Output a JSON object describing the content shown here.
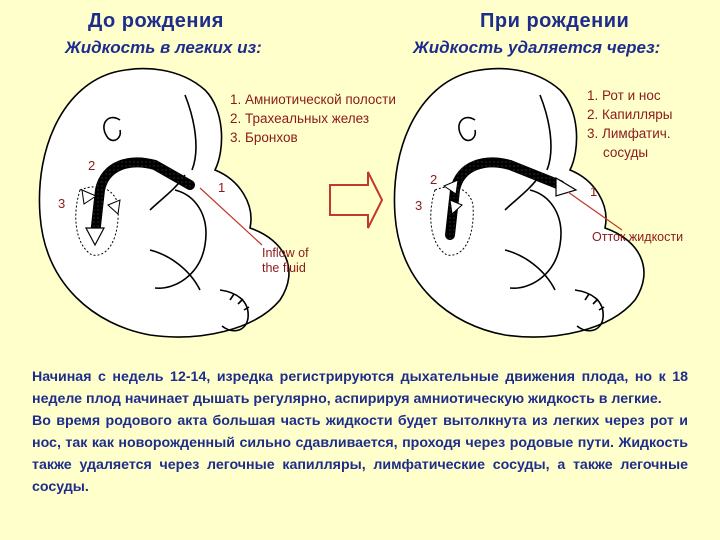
{
  "left": {
    "title": "До рождения",
    "subtitle": "Жидкость в легких из:",
    "list": [
      "1. Амниотической полости",
      "2. Трахеальных желез",
      "3. Бронхов"
    ],
    "markers": [
      "2",
      "1",
      "3"
    ],
    "callout": [
      "Inflow of",
      "the fluid"
    ]
  },
  "right": {
    "title": "При рождении",
    "subtitle": "Жидкость удаляется через:",
    "list": [
      "1. Рот и нос",
      "2. Капилляры",
      "3. Лимфатич.",
      "сосуды"
    ],
    "markers": [
      "2",
      "3",
      "1"
    ],
    "callout": "Отток жидкости"
  },
  "body": {
    "paragraph1": "Начиная с недель 12-14, изредка регистрируются дыхательные движения плода, но к 18 неделе плод начинает дышать регулярно, аспирируя амниотическую жидкость в легкие.",
    "paragraph2": "Во время родового акта большая часть жидкости будет вытолкнута из легких через рот и нос, так как новорожденный сильно сдавливается, проходя через родовые пути. Жидкость также удаляется через легочные капилляры, лимфатические сосуды, а также легочные сосуды."
  },
  "colors": {
    "background": "#FFFFCC",
    "heading": "#1E2D8C",
    "label": "#8B1A1A",
    "arrow_outline": "#C0392B",
    "outline": "#000000"
  }
}
